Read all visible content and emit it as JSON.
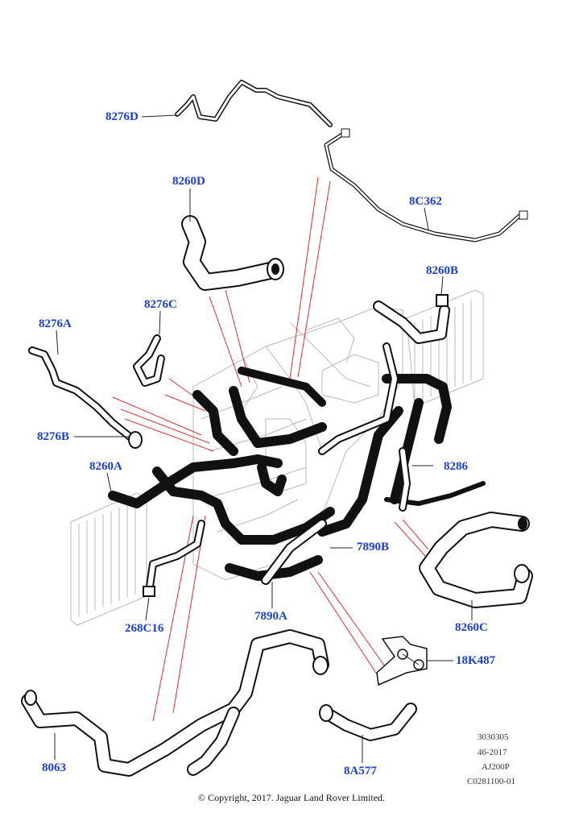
{
  "callouts": {
    "c8276D": "8276D",
    "c8C362": "8C362",
    "c8260D": "8260D",
    "c8260B": "8260B",
    "c8276C": "8276C",
    "c8276A": "8276A",
    "c8276B": "8276B",
    "c8260A": "8260A",
    "c8286": "8286",
    "c7890B": "7890B",
    "c268C16": "268C16",
    "c7890A": "7890A",
    "c8260C": "8260C",
    "c18K487": "18K487",
    "c8063": "8063",
    "c8A577": "8A577"
  },
  "meta": {
    "line1": "3030305",
    "line2": "46-2017",
    "line3": "AJ200P",
    "line4": "C0281100-01"
  },
  "copyright": "© Copyright, 2017. Jaguar Land Rover Limited.",
  "colors": {
    "callout": "#1a3fd6",
    "leader_red": "#e03030",
    "hose": "#111111",
    "engine_outline": "#b8b8b8"
  }
}
